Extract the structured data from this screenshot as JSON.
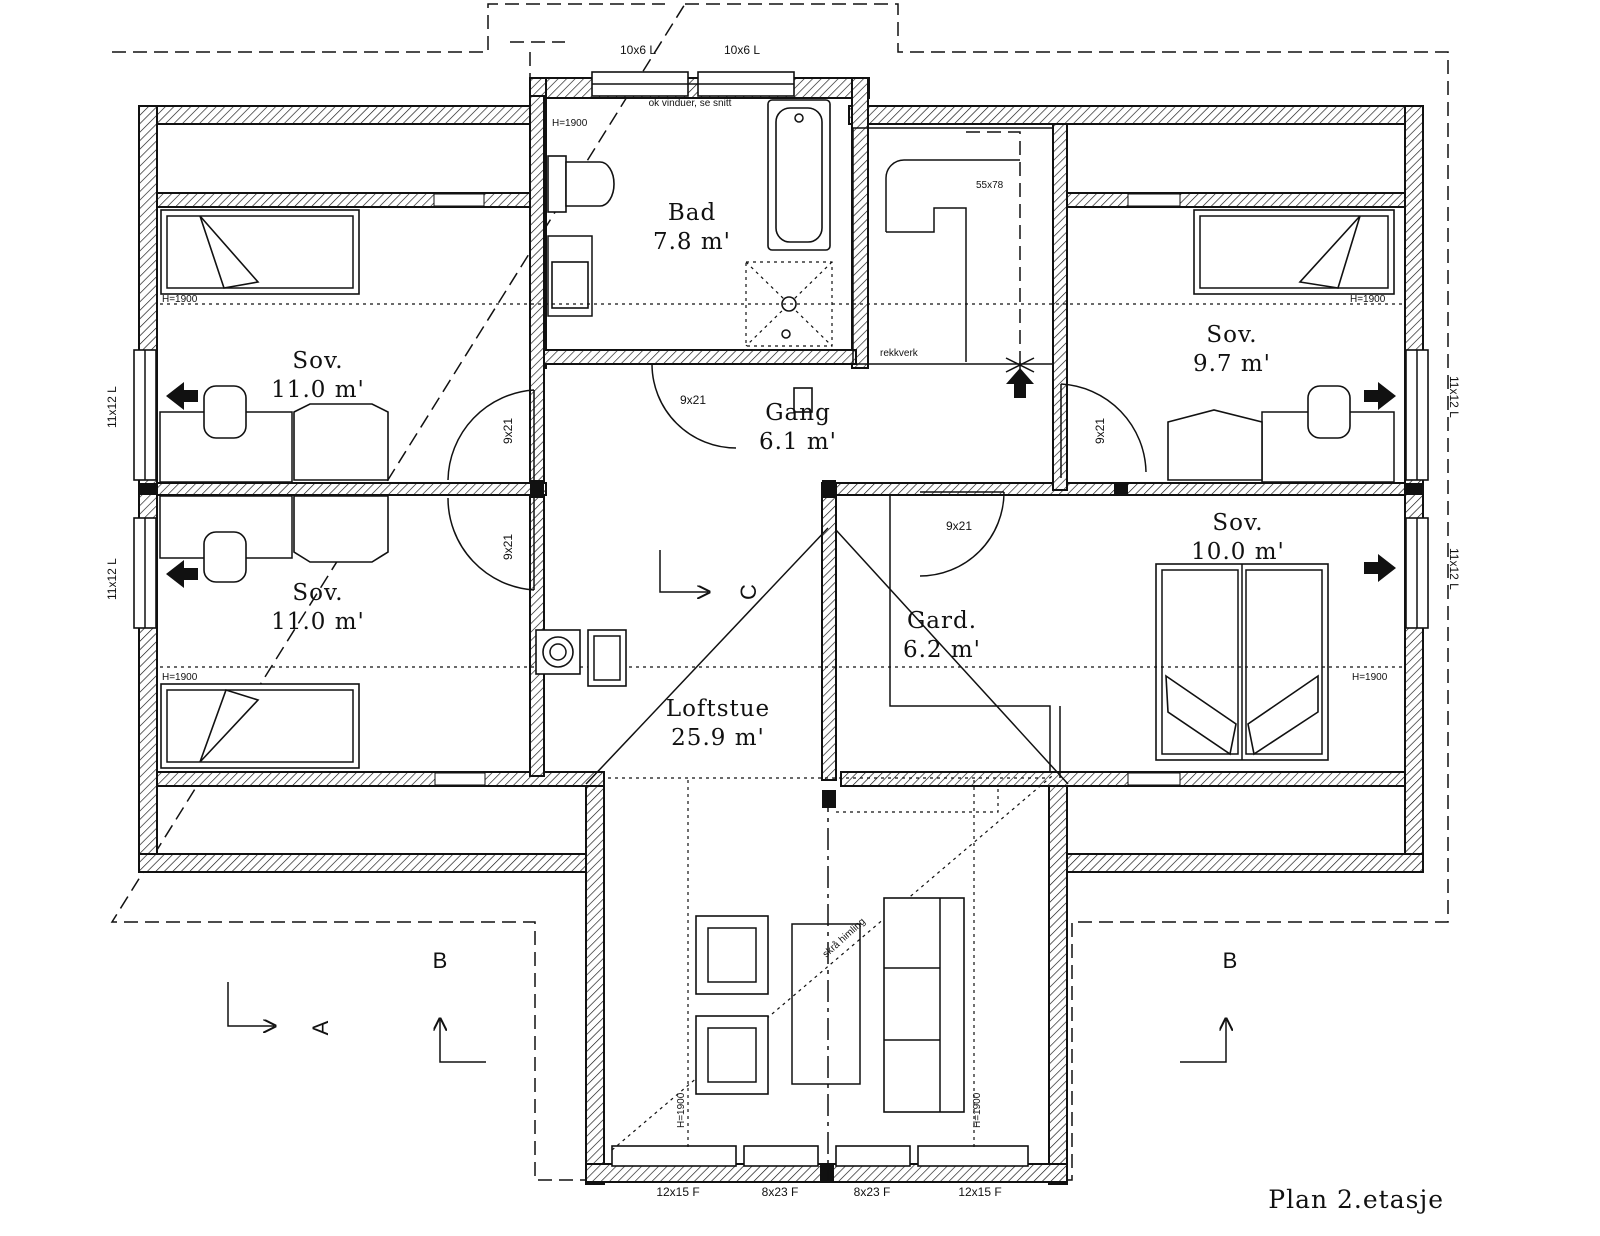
{
  "title": "Plan 2.etasje",
  "rooms": {
    "bad": {
      "name": "Bad",
      "area": "7.8  m'"
    },
    "gang": {
      "name": "Gang",
      "area": "6.1  m'"
    },
    "sov_top_left": {
      "name": "Sov.",
      "area": "11.0  m'"
    },
    "sov_bottom_left": {
      "name": "Sov.",
      "area": "11.0  m'"
    },
    "sov_top_right": {
      "name": "Sov.",
      "area": "9.7  m'"
    },
    "sov_mid_right": {
      "name": "Sov.",
      "area": "10.0  m'"
    },
    "gard": {
      "name": "Gard.",
      "area": "6.2  m'"
    },
    "loftstue": {
      "name": "Loftstue",
      "area": "25.9  m'"
    }
  },
  "labels": {
    "window_top_left": "10x6 L",
    "window_top_right": "10x6 L",
    "note_windows": "ok vinduer, se snitt",
    "h1900": "H=1900",
    "stair_size": "55x78",
    "rekkverk": "rekkverk",
    "door_9x21": "9x21",
    "win_side": "11x12 L",
    "sloped_ceiling": "skrå himling",
    "win_bottom_1": "12x15 F",
    "win_bottom_2": "8x23 F",
    "win_bottom_3": "8x23 F",
    "win_bottom_4": "12x15 F"
  },
  "sections": {
    "a": "A",
    "b_left": "B",
    "b_right": "B",
    "c": "C"
  },
  "colors": {
    "line": "#111111",
    "background": "#ffffff"
  }
}
